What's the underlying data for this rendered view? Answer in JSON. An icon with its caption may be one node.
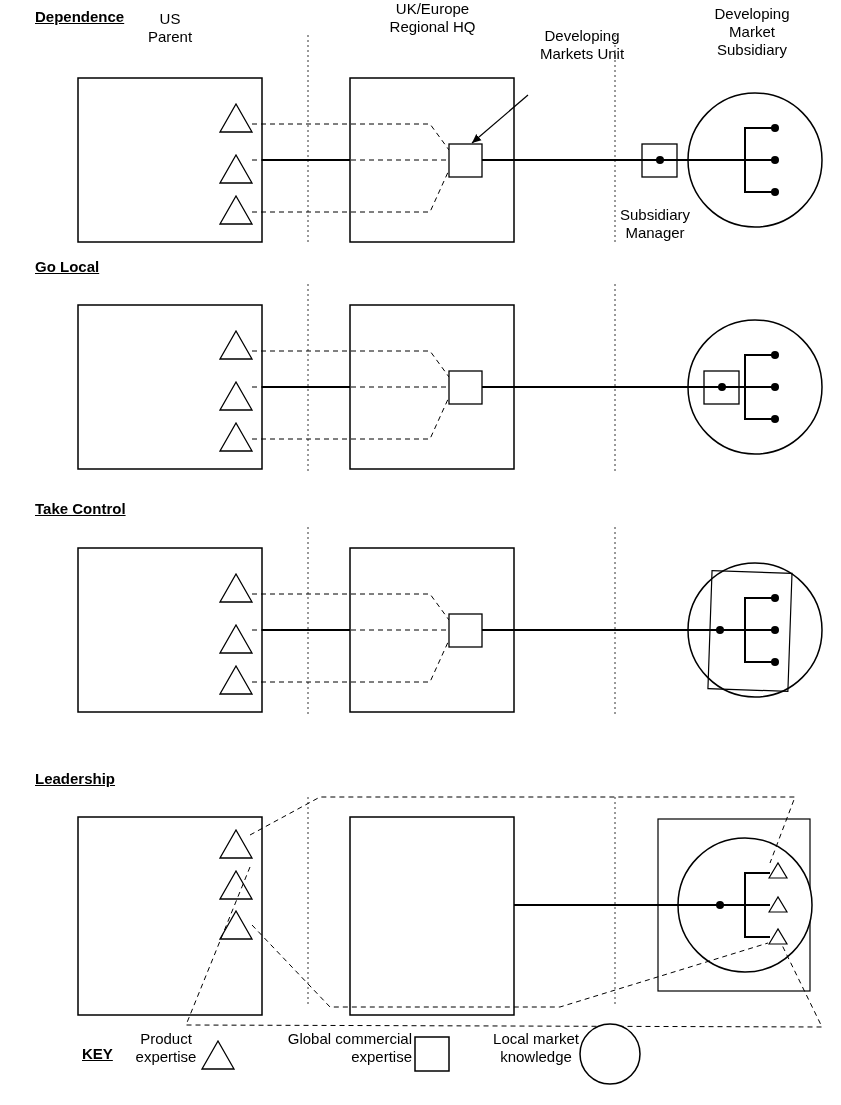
{
  "diagram": {
    "labels": [
      "Dependence",
      "US Parent",
      "UK/Europe Regional HQ",
      "Developing Markets Unit",
      "Developing Market Subsidiary",
      "Subsidiary Manager",
      "Go Local",
      "Take Control",
      "Leadership",
      "KEY"
    ],
    "legend": [
      {
        "text": "Product expertise"
      },
      {
        "text": "Global commercial expertise"
      },
      {
        "text": "Local market knowledge"
      }
    ]
  }
}
